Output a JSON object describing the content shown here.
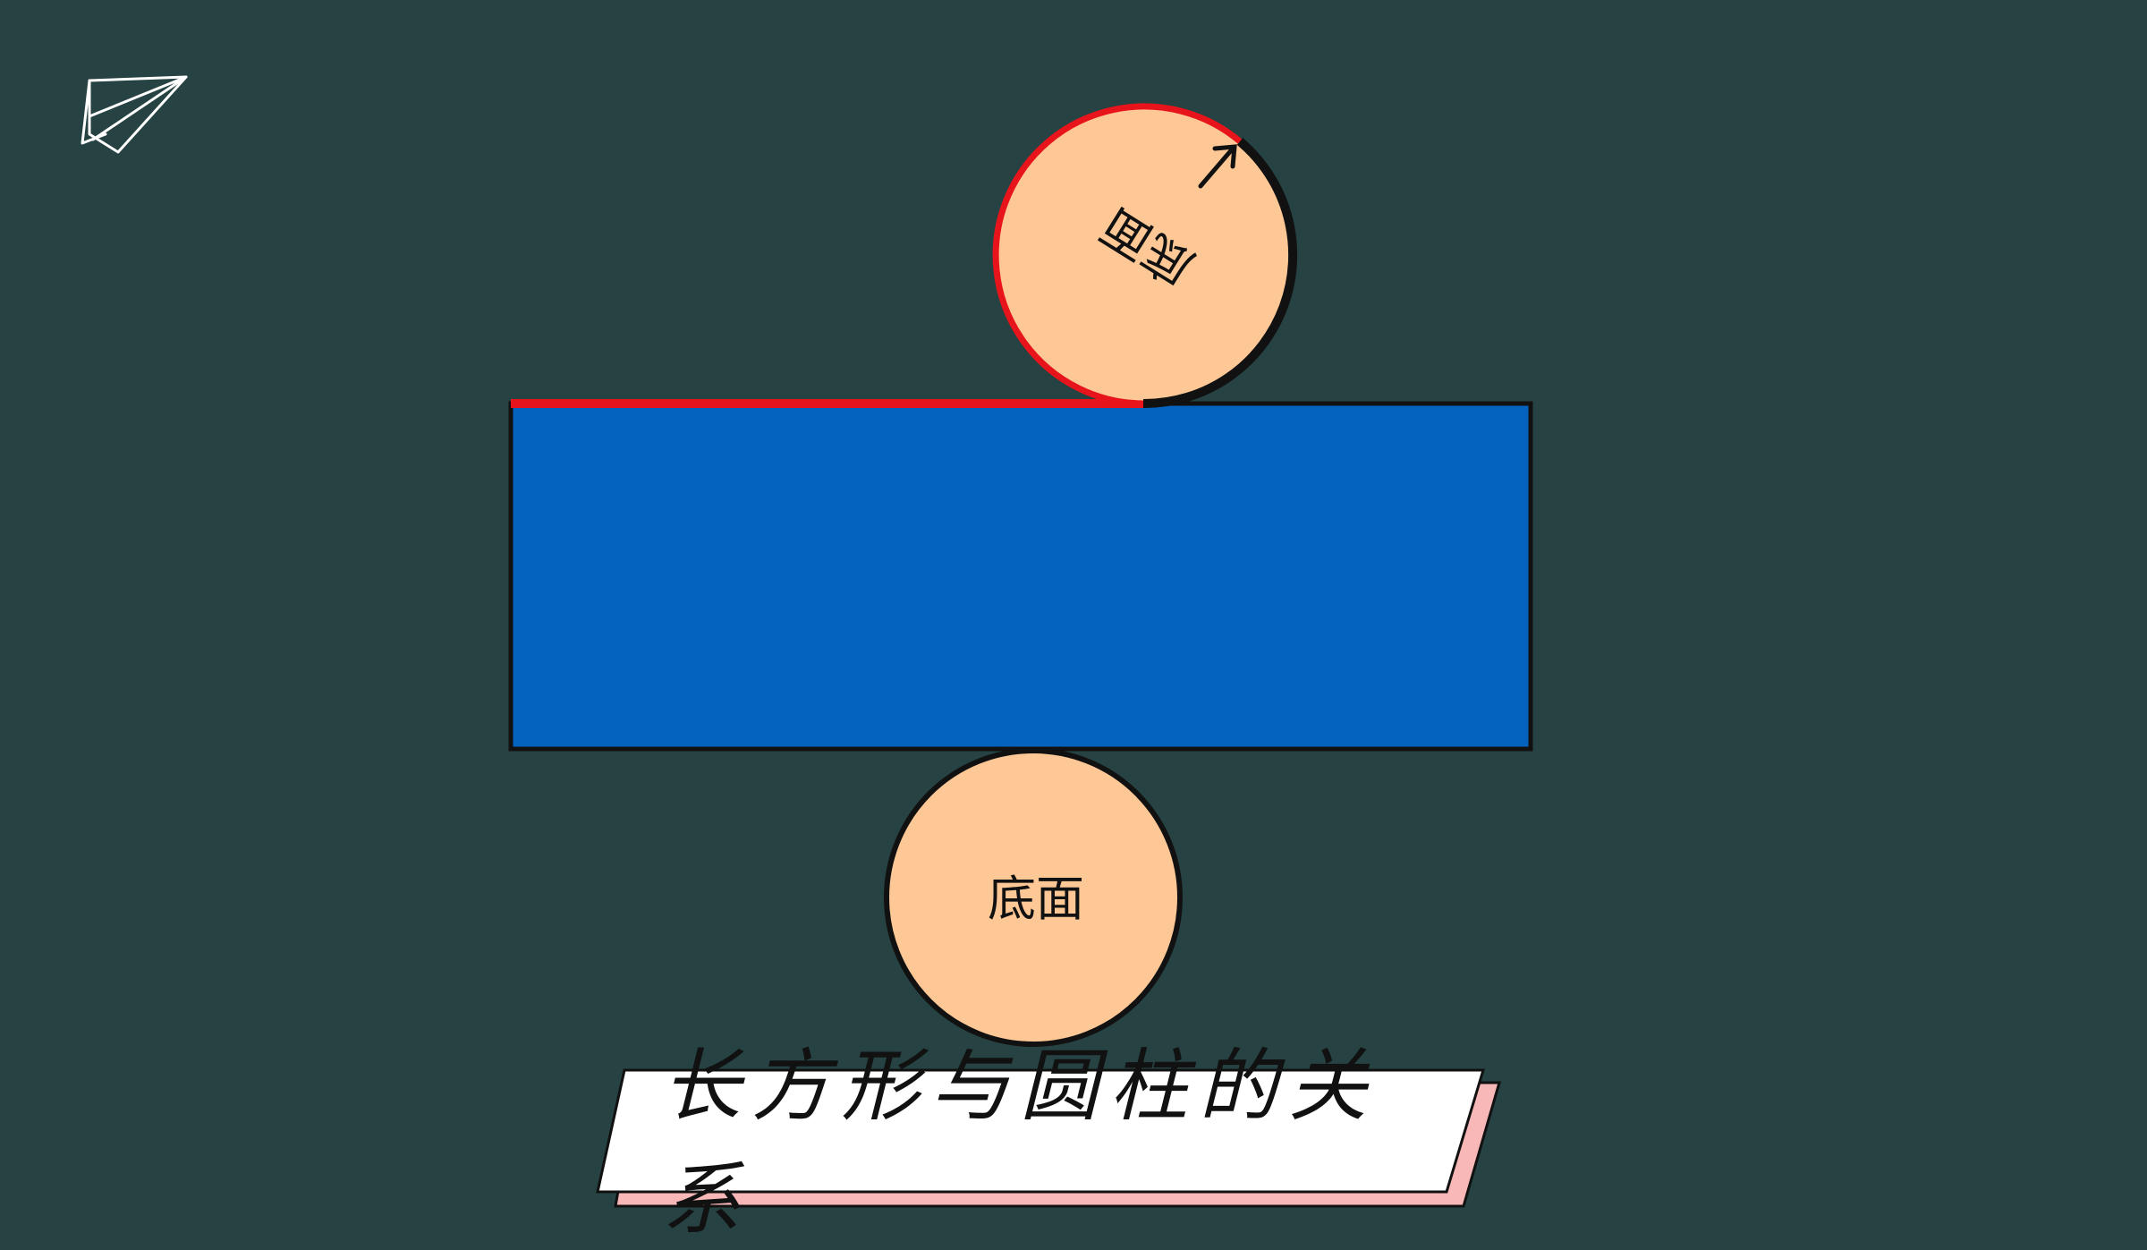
{
  "diagram": {
    "top_circle_label": "底面",
    "bottom_circle_label": "底面",
    "banner_title": "长方形与圆柱的关系"
  },
  "colors": {
    "background": "#264242",
    "rectangle_fill": "#0563C0",
    "circle_fill": "#FDC896",
    "highlight_red": "#E8141B",
    "outline": "#111111",
    "banner_fill": "#FFFFFF",
    "banner_shadow": "#F8B8B8"
  },
  "icons": {
    "corner_icon": "paper-plane-icon"
  }
}
